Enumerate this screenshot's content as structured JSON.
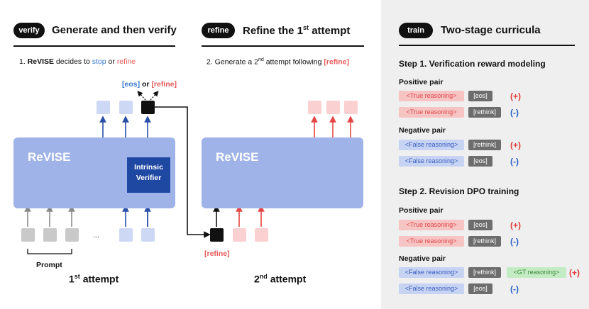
{
  "left_section": {
    "pill": "verify",
    "title": "Generate and then verify",
    "note_num": "1.",
    "note_name": "ReVISE",
    "note_mid": "decides to",
    "note_stop": "stop",
    "note_or": "or",
    "note_refine": "refine",
    "eos_label": "[eos]",
    "or_label": "or",
    "refine_label": "[refine]",
    "block_title": "ReVISE",
    "verifier_line1": "Intrinsic",
    "verifier_line2": "Verifier",
    "ellipsis": "...",
    "prompt_label": "Prompt",
    "caption_num": "1",
    "caption_sup": "st",
    "caption_text": "attempt"
  },
  "middle_section": {
    "pill": "refine",
    "title_main": "Refine the 1",
    "title_sup": "st",
    "title_end": "attempt",
    "note_a": "2. Generate a 2",
    "note_sup": "nd",
    "note_b": "attempt following",
    "note_refine": "[refine]",
    "block_title": "ReVISE",
    "refine_label": "[refine]",
    "caption_num": "2",
    "caption_sup": "nd",
    "caption_text": "attempt"
  },
  "right_panel": {
    "pill": "train",
    "title": "Two-stage curricula",
    "step1": {
      "title": "Step 1. Verification reward modeling",
      "positive_label": "Positive pair",
      "positive": [
        {
          "reasoning": "<True reasoning>",
          "tag": "[eos]",
          "sign": "(+)"
        },
        {
          "reasoning": "<True reasoning>",
          "tag": "[rethink]",
          "sign": "(-)"
        }
      ],
      "negative_label": "Negative pair",
      "negative": [
        {
          "reasoning": "<False reasoning>",
          "tag": "[rethink]",
          "sign": "(+)"
        },
        {
          "reasoning": "<False reasoning>",
          "tag": "[eos]",
          "sign": "(-)"
        }
      ]
    },
    "step2": {
      "title": "Step 2. Revision DPO training",
      "positive_label": "Positive pair",
      "positive": [
        {
          "reasoning": "<True reasoning>",
          "tag": "[eos]",
          "sign": "(+)"
        },
        {
          "reasoning": "<True reasoning>",
          "tag": "[rethink]",
          "sign": "(-)"
        }
      ],
      "negative_label": "Negative pair",
      "negative": [
        {
          "reasoning": "<False reasoning>",
          "tag": "[rethink]",
          "extra": "<GT reasoning>",
          "sign": "(+)"
        },
        {
          "reasoning": "<False reasoning>",
          "tag": "[eos]",
          "sign": "(-)"
        }
      ]
    }
  },
  "colors": {
    "block": "#9fb3e8",
    "verifier": "#1f48a3",
    "arrow_blue": "#2a4fa8",
    "arrow_red": "#e64545",
    "arrow_gray": "#8a8a8a",
    "panel": "#efefef"
  }
}
